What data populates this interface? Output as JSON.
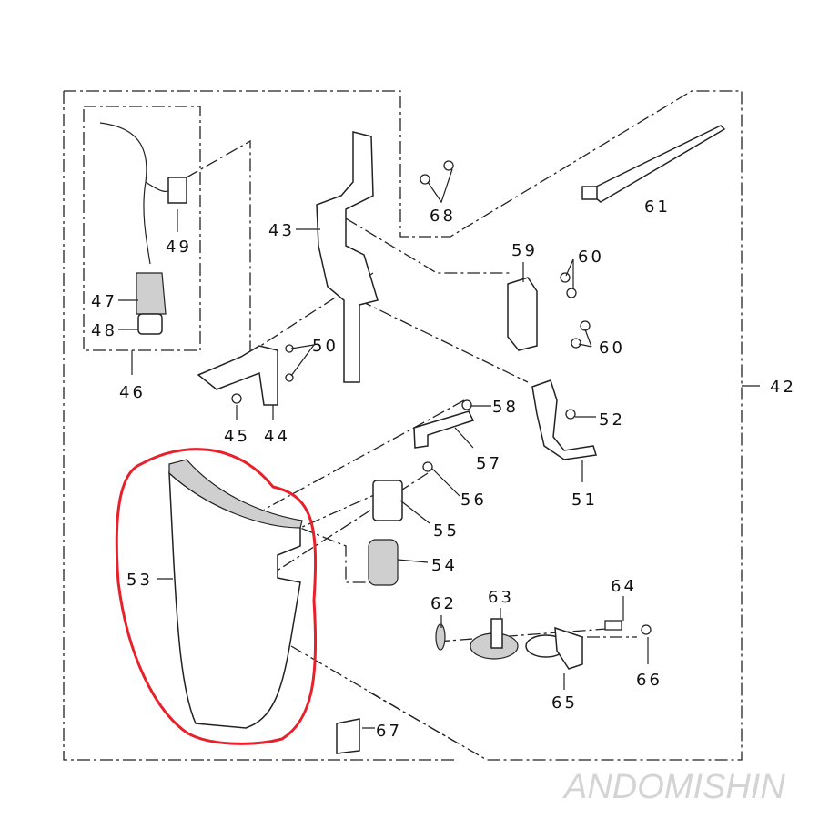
{
  "diagram": {
    "part_labels": {
      "p42": "42",
      "p43": "43",
      "p44": "44",
      "p45": "45",
      "p46": "46",
      "p47": "47",
      "p48": "48",
      "p49": "49",
      "p50": "50",
      "p51": "51",
      "p52": "52",
      "p53": "53",
      "p54": "54",
      "p55": "55",
      "p56": "56",
      "p57": "57",
      "p58": "58",
      "p59": "59",
      "p60a": "60",
      "p60b": "60",
      "p61": "61",
      "p62": "62",
      "p63": "63",
      "p64": "64",
      "p65": "65",
      "p66": "66",
      "p67": "67",
      "p68": "68"
    },
    "highlighted_part": "53",
    "highlight_color": "#e8202a",
    "watermark": "ANDOMISHIN"
  }
}
